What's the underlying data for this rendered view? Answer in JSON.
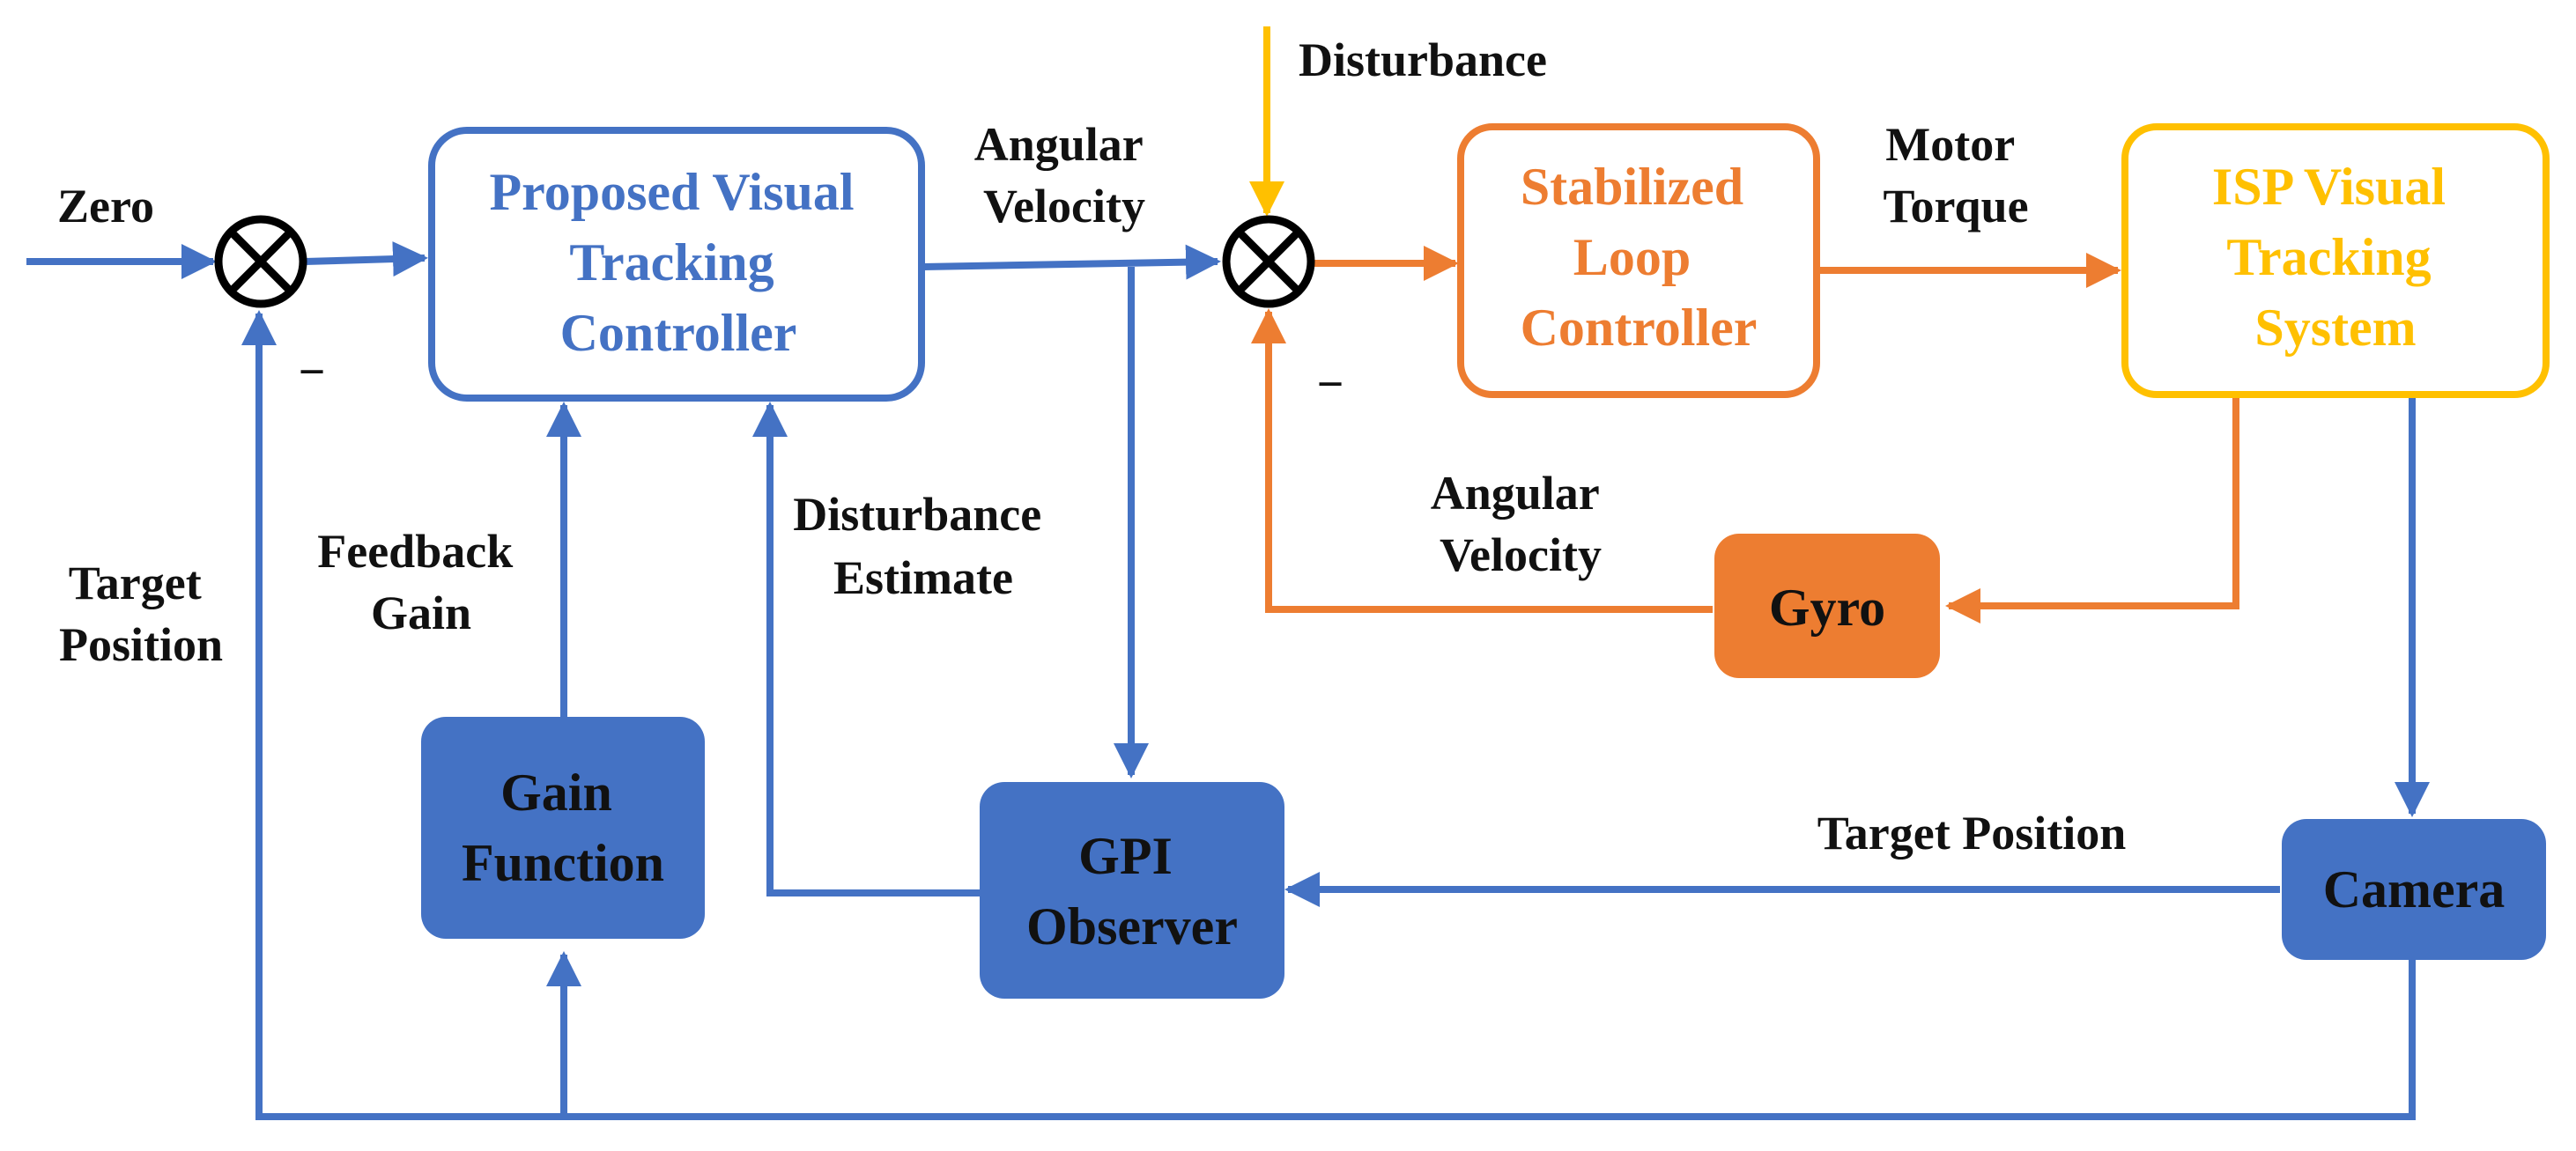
{
  "colors": {
    "blue": "#4472C4",
    "orange": "#ED7D31",
    "yellow": "#FFC000",
    "dark_text": "#111111",
    "white": "#FFFFFF"
  },
  "blocks": {
    "controller": [
      "Proposed Visual",
      "Tracking",
      "Controller"
    ],
    "stabilized": [
      "Stabilized",
      "Loop",
      "Controller"
    ],
    "isp": [
      "ISP Visual",
      "Tracking",
      "System"
    ],
    "gyro": [
      "Gyro"
    ],
    "gain": [
      "Gain",
      "Function"
    ],
    "gpi": [
      "GPI",
      "Observer"
    ],
    "camera": [
      "Camera"
    ]
  },
  "labels": {
    "zero": "Zero",
    "minus": "−",
    "target_position_left": [
      "Target",
      "Position"
    ],
    "feedback_gain": [
      "Feedback",
      "Gain"
    ],
    "angular_velocity_top": [
      "Angular",
      "Velocity"
    ],
    "disturbance": "Disturbance",
    "disturbance_estimate": [
      "Disturbance",
      "Estimate"
    ],
    "motor_torque": [
      "Motor",
      "Torque"
    ],
    "angular_velocity_gyro": [
      "Angular",
      "Velocity"
    ],
    "target_position_camera": "Target Position"
  },
  "icons": {
    "summing_junction": "circle-with-x"
  }
}
